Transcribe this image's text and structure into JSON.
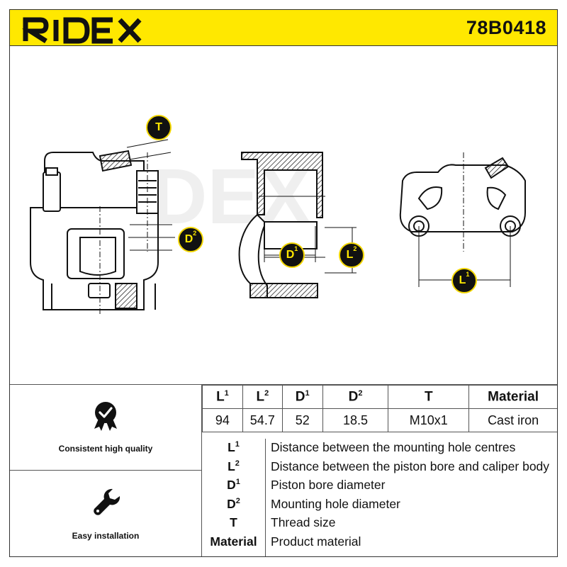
{
  "brand": {
    "name": "RIDEX",
    "part_number": "78B0418",
    "accent_color": "#ffe800"
  },
  "dimension_badges": {
    "T": {
      "letter": "T",
      "sup": ""
    },
    "D2": {
      "letter": "D",
      "sup": "2"
    },
    "D1": {
      "letter": "D",
      "sup": "1"
    },
    "L2": {
      "letter": "L",
      "sup": "2"
    },
    "L1": {
      "letter": "L",
      "sup": "1"
    }
  },
  "features": [
    {
      "icon": "badge-check-icon",
      "label": "Consistent high quality"
    },
    {
      "icon": "wrench-icon",
      "label": "Easy installation"
    }
  ],
  "spec_table": {
    "headers": [
      {
        "letter": "L",
        "sup": "1"
      },
      {
        "letter": "L",
        "sup": "2"
      },
      {
        "letter": "D",
        "sup": "1"
      },
      {
        "letter": "D",
        "sup": "2"
      },
      {
        "letter": "T",
        "sup": ""
      },
      {
        "letter": "Material",
        "sup": ""
      }
    ],
    "values": [
      "94",
      "54.7",
      "52",
      "18.5",
      "M10x1",
      "Cast iron"
    ]
  },
  "legend": [
    {
      "letter": "L",
      "sup": "1",
      "desc": "Distance between the mounting hole centres"
    },
    {
      "letter": "L",
      "sup": "2",
      "desc": "Distance between the piston bore and caliper body"
    },
    {
      "letter": "D",
      "sup": "1",
      "desc": "Piston bore diameter"
    },
    {
      "letter": "D",
      "sup": "2",
      "desc": "Mounting hole diameter"
    },
    {
      "letter": "T",
      "sup": "",
      "desc": "Thread size"
    },
    {
      "letter": "Material",
      "sup": "",
      "desc": "Product material"
    }
  ]
}
